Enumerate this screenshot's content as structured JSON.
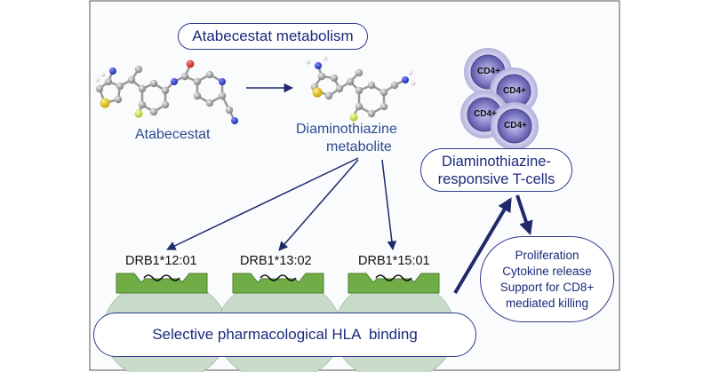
{
  "title": "Atabecestat metabolism",
  "atabecestat_label": "Atabecestat",
  "metabolite_label_line1": "Diaminothiazine",
  "metabolite_label_line2": "metabolite",
  "tcell_label_line1": "Diaminothiazine-",
  "tcell_label_line2": "responsive T-cells",
  "cells": [
    "CD4+",
    "CD4+",
    "CD4+",
    "CD4+"
  ],
  "effects": [
    "Proliferation",
    "Cytokine release",
    "Support for CD8+",
    "mediated killing"
  ],
  "alleles": [
    "DRB1*12:01",
    "DRB1*13:02",
    "DRB1*15:01"
  ],
  "binding_label": "Selective pharmacological HLA  binding",
  "colors": {
    "navy": "#1f2a6b",
    "hla_green": "#70ad47",
    "hla_dark": "#507e32",
    "apc_fill": "#c9dccb",
    "cell_fill": "#8c89c8",
    "carbon": "#9a9a9a",
    "nitrogen": "#2233cc",
    "oxygen": "#d32020",
    "sulfur": "#e0c020",
    "fluorine": "#c8e84a"
  }
}
